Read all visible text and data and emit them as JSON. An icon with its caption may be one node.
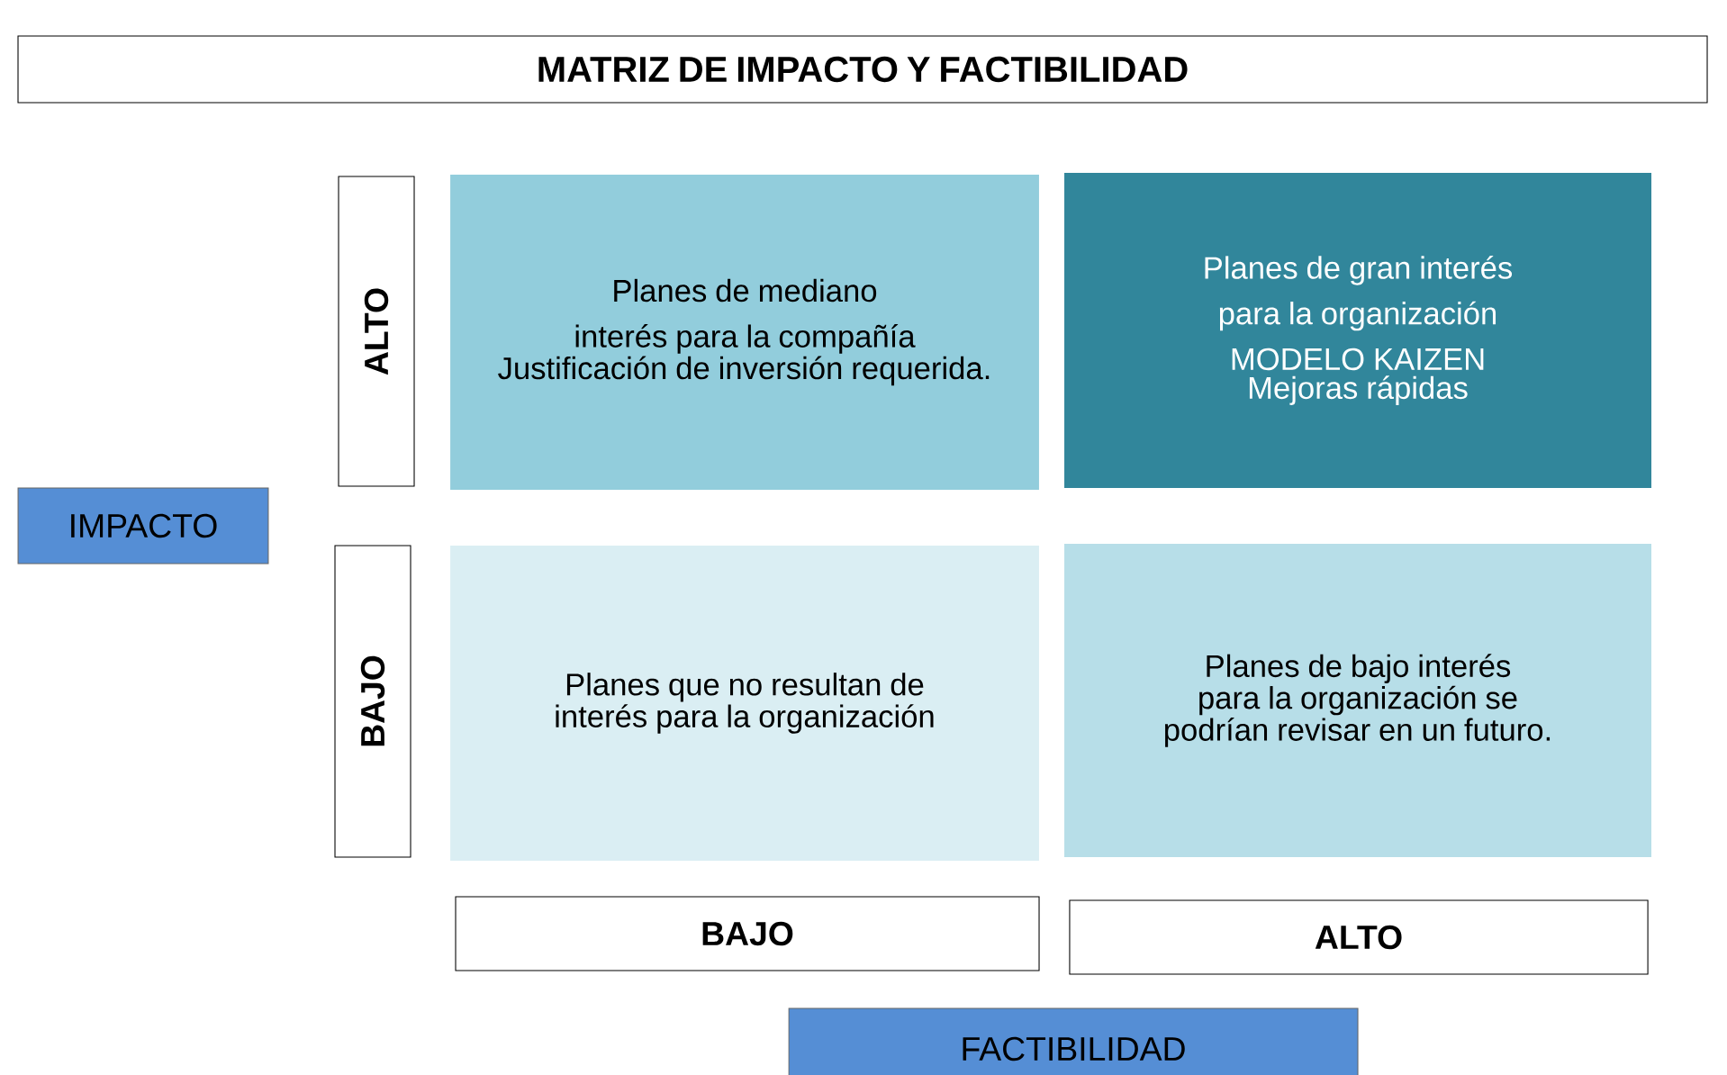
{
  "diagram": {
    "nodes": [
      {
        "text": [
          "MATRIZ DE IMPACTO Y FACTIBILIDAD"
        ]
      },
      {
        "text": [
          "ALTO"
        ]
      },
      {
        "text": [
          "Planes de mediano interés para la compañía",
          "Justificación de inversión requerida."
        ]
      },
      {
        "text": [
          "Planes de gran interés para la organización",
          "MODELO KAIZEN",
          "Mejoras rápidas"
        ]
      },
      {
        "text": [
          "IMPACTO"
        ]
      },
      {
        "text": [
          "BAJO"
        ]
      },
      {
        "text": [
          "Planes que no resultan de interés para la organización"
        ]
      },
      {
        "text": [
          "Planes de bajo interés para la organización se podrían revisar en un futuro."
        ]
      },
      {
        "text": [
          "BAJO"
        ]
      },
      {
        "text": [
          "ALTO"
        ]
      },
      {
        "text": [
          "FACTIBILIDAD"
        ]
      }
    ]
  }
}
